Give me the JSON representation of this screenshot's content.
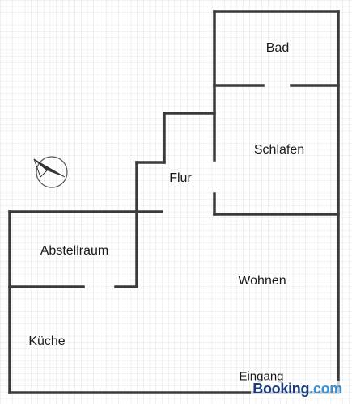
{
  "rooms": {
    "bad": "Bad",
    "schlafen": "Schlafen",
    "flur": "Flur",
    "abstellraum": "Abstellraum",
    "wohnen": "Wohnen",
    "kueche": "Küche",
    "eingang": "Eingang"
  },
  "watermark": {
    "part1": "Booking",
    "part2": ".com"
  },
  "icons": {
    "compass": "north-arrow-icon"
  },
  "colors": {
    "grid": "#d0d0d0",
    "wall": "#3a3a3a",
    "watermark_dark": "#1a3d7c",
    "watermark_light": "#3a8fd6"
  }
}
